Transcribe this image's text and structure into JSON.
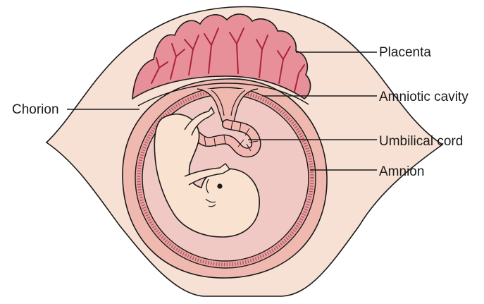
{
  "labels": {
    "placenta": "Placenta",
    "amniotic_cavity": "Amniotic cavity",
    "umbilical_cord": "Umbilical cord",
    "amnion": "Amnion",
    "chorion": "Chorion"
  },
  "colors": {
    "uterine_wall": "#f7e1d4",
    "outline": "#1a1a1a",
    "chorion": "#f0b9b0",
    "decidua": "#f6cbc2",
    "placenta": "#e8909a",
    "placenta_vessels": "#a8243c",
    "amnion_band": "#e9a3a3",
    "amniotic_fluid": "#f0c8c4",
    "fetus": "#f9e2cf",
    "cord": "#f2b8b0"
  }
}
